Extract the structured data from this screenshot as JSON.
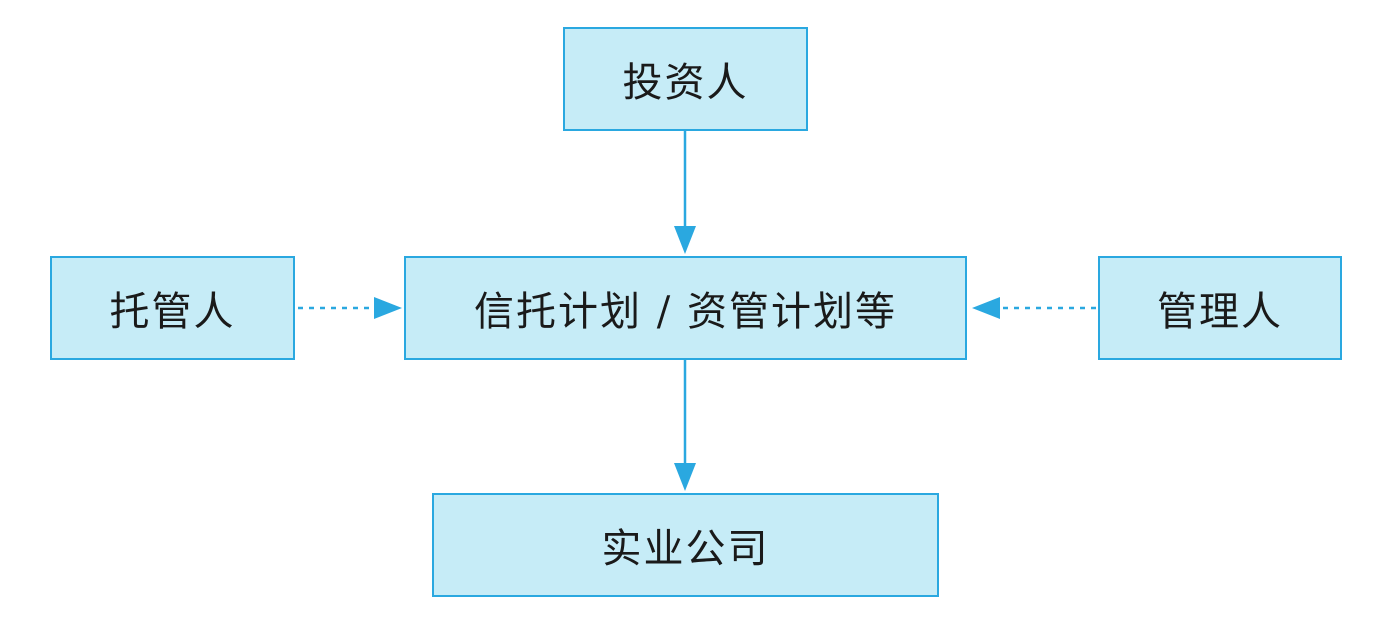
{
  "diagram": {
    "nodes": {
      "investor": "投资人",
      "custodian": "托管人",
      "plan": "信托计划 / 资管计划等",
      "manager": "管理人",
      "company": "实业公司"
    },
    "edges": [
      {
        "from": "investor",
        "to": "plan",
        "style": "solid"
      },
      {
        "from": "custodian",
        "to": "plan",
        "style": "dashed"
      },
      {
        "from": "manager",
        "to": "plan",
        "style": "dashed"
      },
      {
        "from": "plan",
        "to": "company",
        "style": "solid"
      }
    ],
    "colors": {
      "node_fill": "#c6ecf7",
      "node_border": "#2aa8e0",
      "arrow": "#2aa8e0",
      "text": "#1a1a1a"
    }
  }
}
